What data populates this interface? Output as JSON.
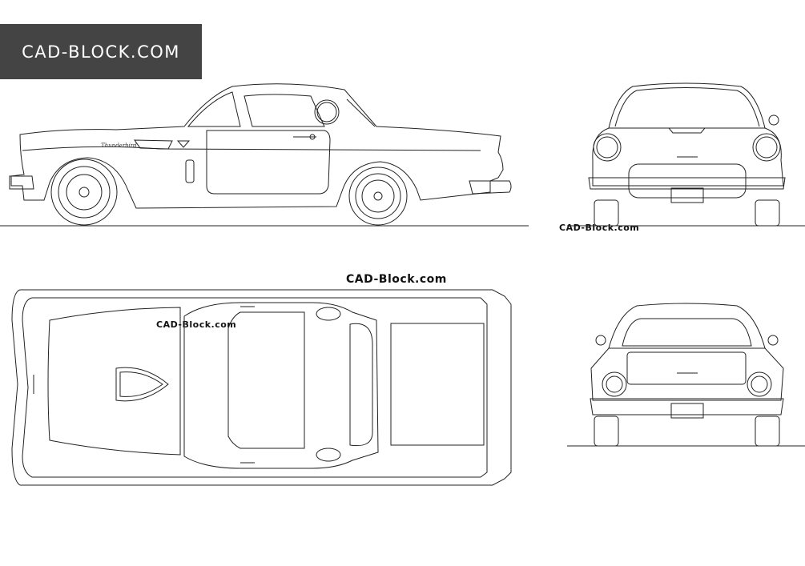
{
  "logo": {
    "text": "CAD-BLOCK.COM",
    "badge_text": "Thunderbird"
  },
  "watermarks": [
    "CAD-Block.com",
    "CAD-Block.com",
    "CAD-Block.com"
  ],
  "views": [
    "side",
    "front",
    "top",
    "rear"
  ],
  "colors": {
    "logo_bg": "#444444",
    "line": "#222222",
    "background": "#ffffff"
  }
}
